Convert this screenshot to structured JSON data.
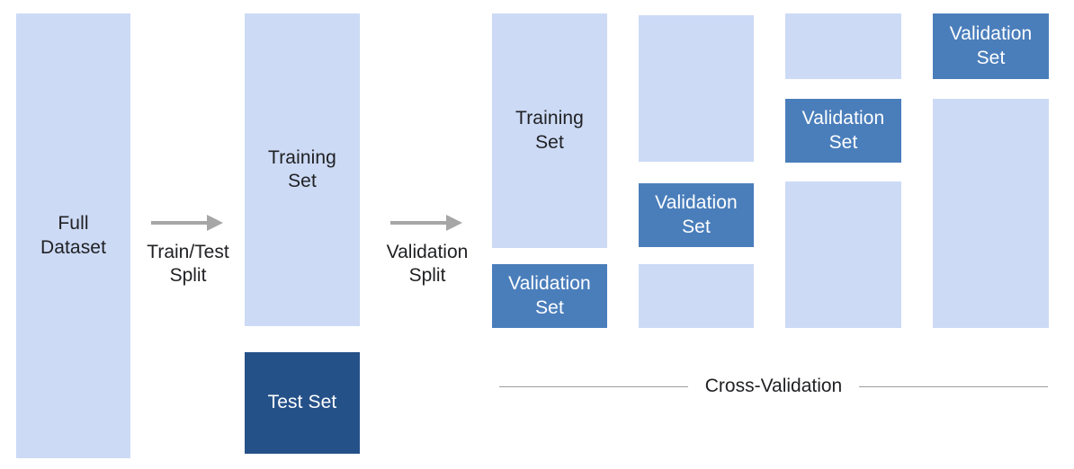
{
  "diagram": {
    "title_text_visible": false,
    "colors": {
      "light_blue": "#ccdaf5",
      "medium_blue": "#4a7ebb",
      "dark_blue": "#255189",
      "arrow_gray": "#a6a6a6",
      "rule_gray": "#9e9e9e",
      "text_dark": "#202124",
      "text_light": "#ffffff",
      "background": "#ffffff"
    }
  },
  "stage_full": {
    "block_label": "Full\nDataset"
  },
  "arrow_train_test": {
    "caption": "Train/Test\nSplit"
  },
  "stage_train_test": {
    "training_label": "Training\nSet",
    "test_label": "Test Set"
  },
  "arrow_validation": {
    "caption": "Validation\nSplit"
  },
  "cross_validation": {
    "caption": "Cross-Validation",
    "validation_label": "Validation\nSet",
    "training_label": "Training\nSet",
    "folds": [
      {
        "fold_index": 1,
        "blocks": [
          {
            "role": "training",
            "label": "Training\nSet",
            "shade": "light"
          },
          {
            "role": "validation",
            "label": "Validation\nSet",
            "shade": "mid"
          }
        ]
      },
      {
        "fold_index": 2,
        "blocks": [
          {
            "role": "training",
            "label": "",
            "shade": "light"
          },
          {
            "role": "validation",
            "label": "Validation\nSet",
            "shade": "mid"
          },
          {
            "role": "training",
            "label": "",
            "shade": "light"
          }
        ]
      },
      {
        "fold_index": 3,
        "blocks": [
          {
            "role": "training",
            "label": "",
            "shade": "light"
          },
          {
            "role": "validation",
            "label": "Validation\nSet",
            "shade": "mid"
          },
          {
            "role": "training",
            "label": "",
            "shade": "light"
          }
        ]
      },
      {
        "fold_index": 4,
        "blocks": [
          {
            "role": "validation",
            "label": "Validation\nSet",
            "shade": "mid"
          },
          {
            "role": "training",
            "label": "",
            "shade": "light"
          }
        ]
      }
    ]
  }
}
